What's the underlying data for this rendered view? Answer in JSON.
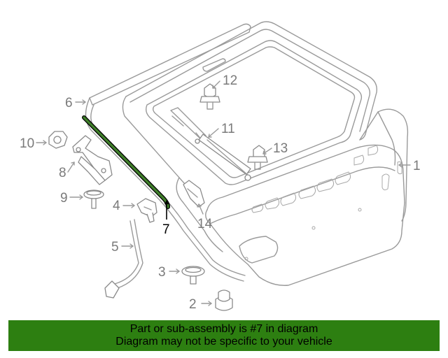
{
  "callouts": {
    "c1": "1",
    "c2": "2",
    "c3": "3",
    "c4": "4",
    "c5": "5",
    "c6": "6",
    "c7": "7",
    "c8": "8",
    "c9": "9",
    "c10": "10",
    "c11": "11",
    "c12": "12",
    "c13": "13",
    "c14": "14"
  },
  "highlight": {
    "part_number": "7",
    "color": "#2d7f11"
  },
  "banner": {
    "line1": "Part or sub-assembly is #7 in diagram",
    "line2": "Diagram may not be specific to your vehicle",
    "background": "#2d7f11"
  }
}
